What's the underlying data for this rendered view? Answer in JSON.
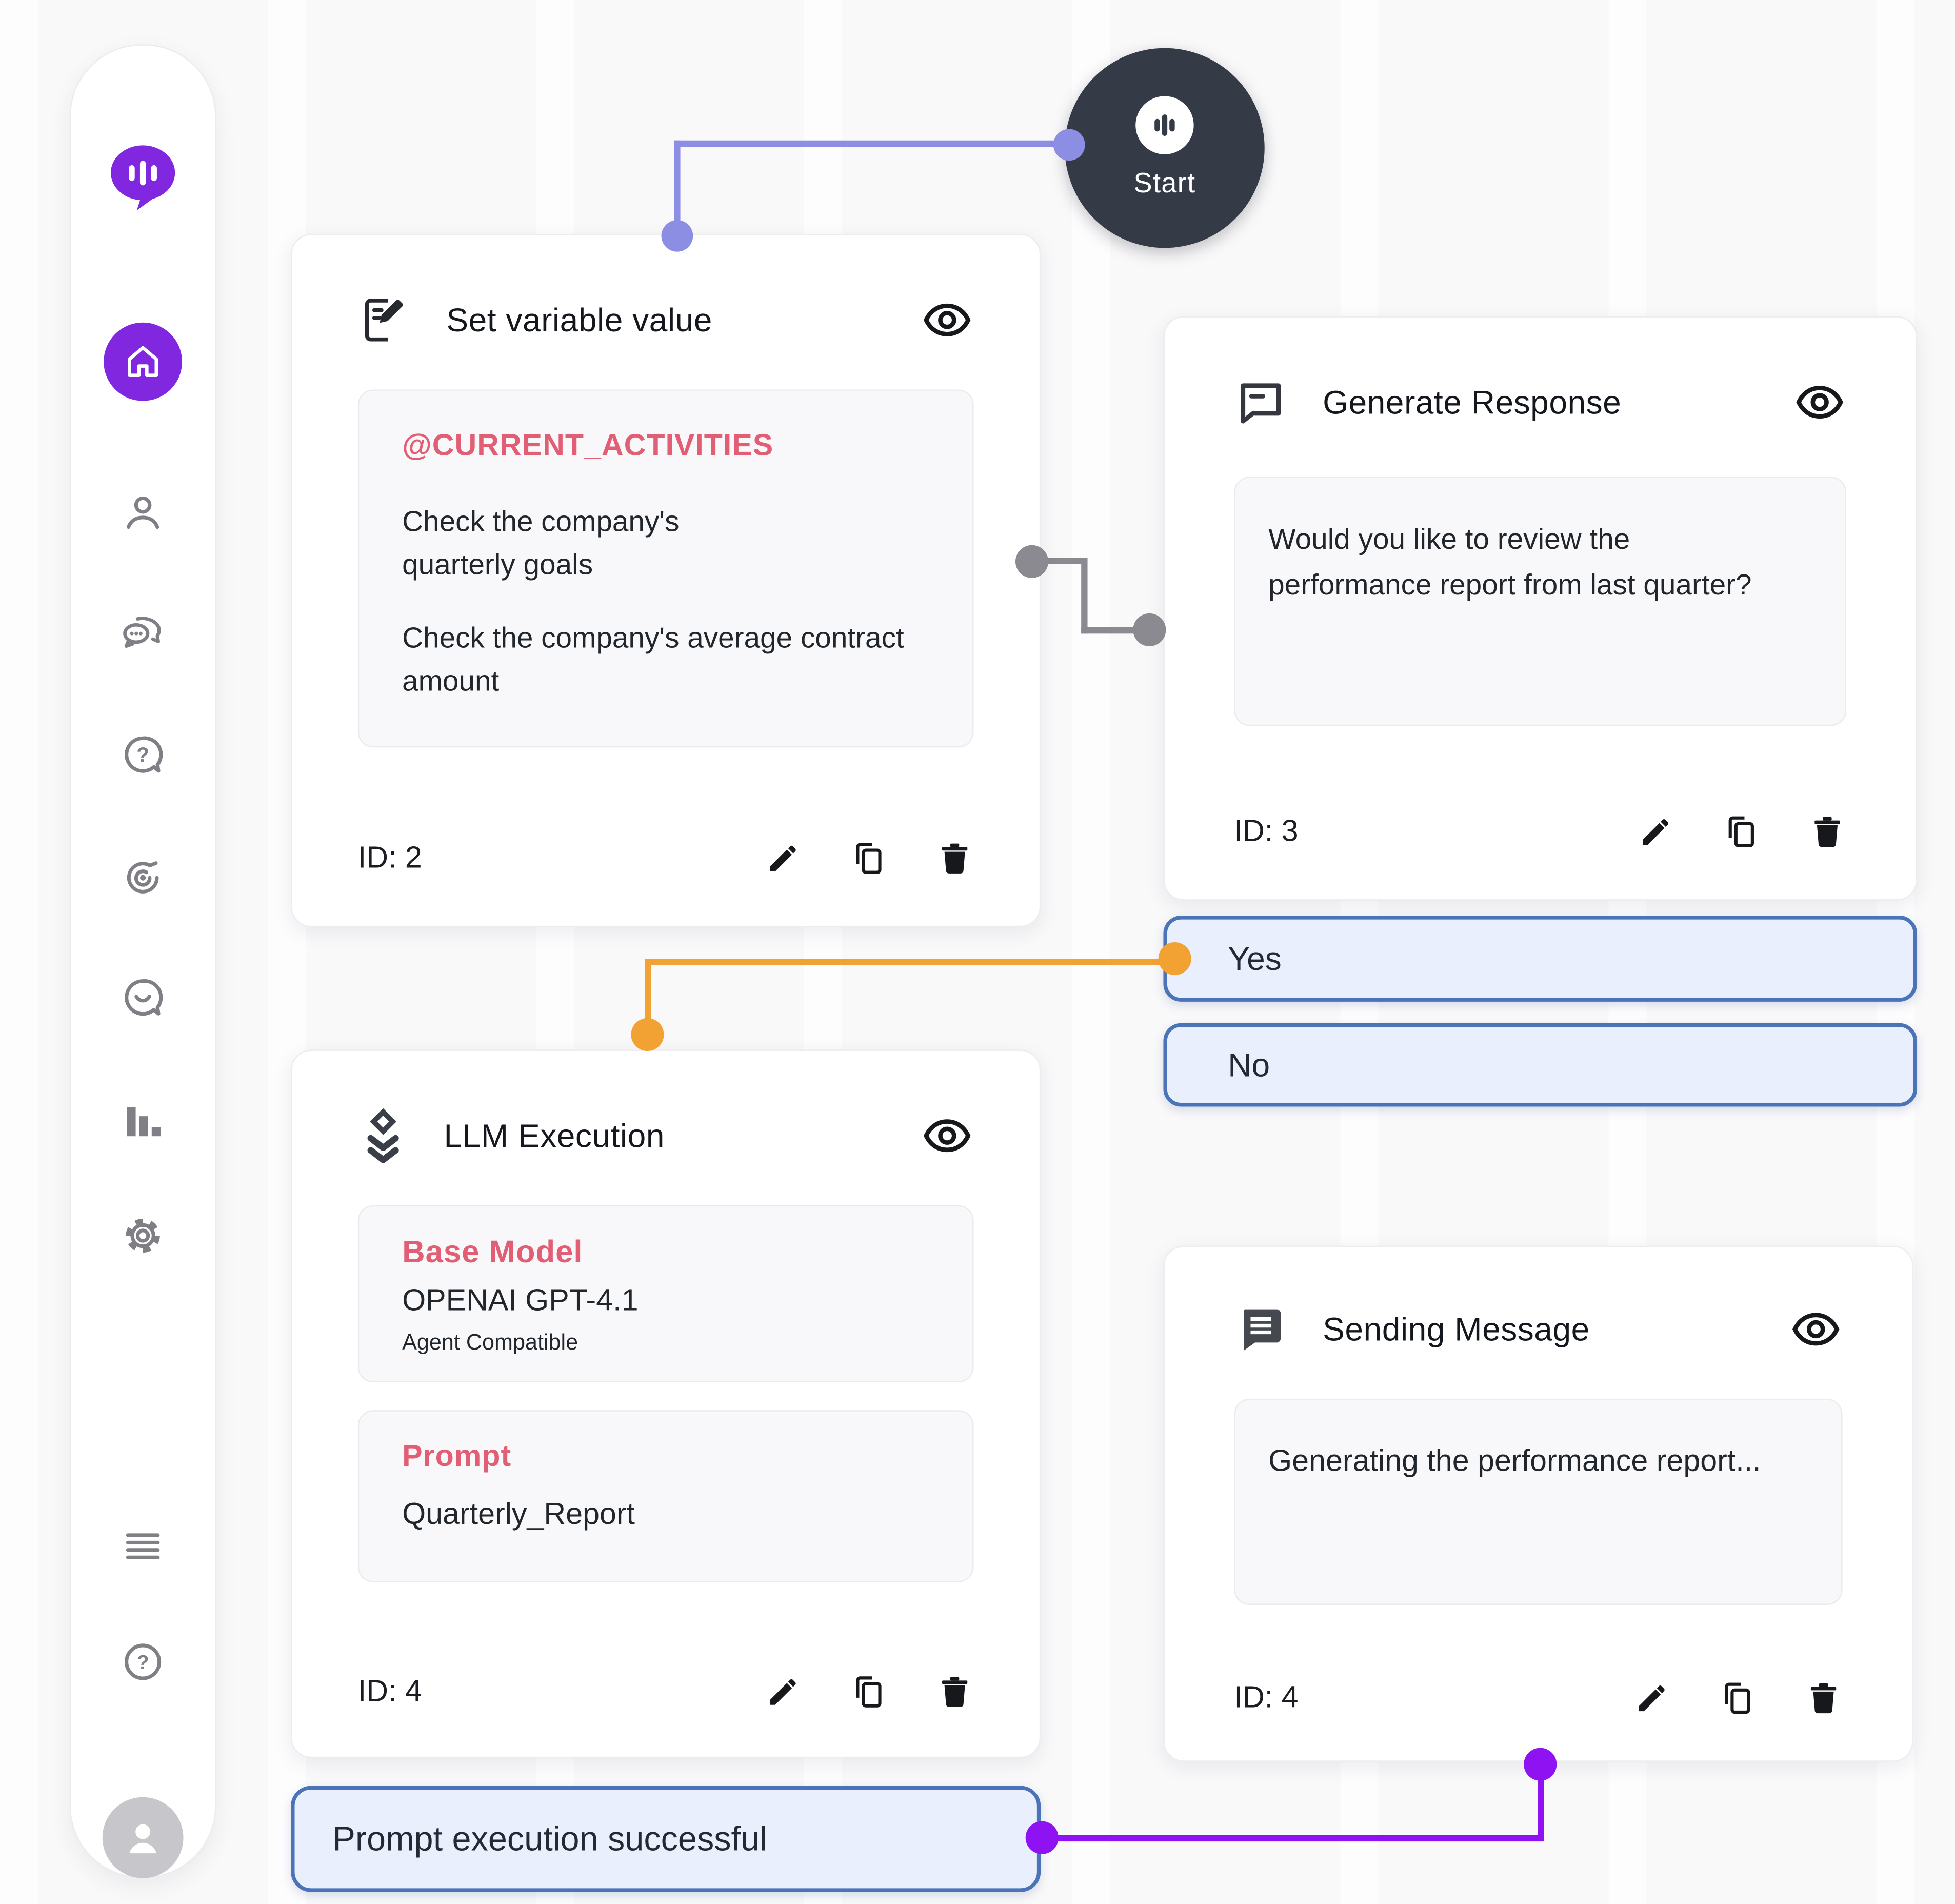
{
  "sidebar": {
    "icons": [
      "voice-chat-logo-icon",
      "home-icon",
      "user-icon",
      "conversations-icon",
      "question-bubble-icon",
      "target-icon",
      "feedback-smiley-icon",
      "analytics-bars-icon",
      "settings-gear-icon",
      "menu-lines-icon",
      "help-circle-icon",
      "profile-avatar-icon"
    ]
  },
  "start_node": {
    "label": "Start",
    "icon": "voice-wave-icon"
  },
  "nodes": {
    "set_variable": {
      "icon": "note-edit-icon",
      "title": "Set variable value",
      "variable": "@CURRENT_ACTIVITIES",
      "items": [
        "Check the company's quarterly goals",
        "Check the company's average contract amount"
      ],
      "id": "ID: 2",
      "actions": [
        "edit-pencil-icon",
        "duplicate-copy-icon",
        "delete-trash-icon"
      ]
    },
    "generate_response": {
      "icon": "chat-outline-icon",
      "title": "Generate Response",
      "body": "Would you like to review the performance report from last quarter?",
      "id": "ID: 3",
      "actions": [
        "edit-pencil-icon",
        "duplicate-copy-icon",
        "delete-trash-icon"
      ]
    },
    "llm_execution": {
      "icon": "layers-icon",
      "title": "LLM Execution",
      "base_model_label": "Base Model",
      "base_model_value": "OPENAI GPT-4.1",
      "base_model_note": "Agent Compatible",
      "prompt_label": "Prompt",
      "prompt_value": "Quarterly_Report",
      "id": "ID: 4",
      "actions": [
        "edit-pencil-icon",
        "duplicate-copy-icon",
        "delete-trash-icon"
      ]
    },
    "sending_message": {
      "icon": "chat-filled-icon",
      "title": "Sending Message",
      "body": "Generating the performance report...",
      "id": "ID: 4",
      "actions": [
        "edit-pencil-icon",
        "duplicate-copy-icon",
        "delete-trash-icon"
      ]
    }
  },
  "branches": {
    "yes": "Yes",
    "no": "No",
    "success": "Prompt execution successful"
  },
  "colors": {
    "accent_purple": "#8127e0",
    "periwinkle_connector": "#8b8ee3",
    "orange_connector": "#f2a233",
    "violet_connector": "#8e12f2",
    "gray_connector": "#8a8a90",
    "pink_text": "#e25e74",
    "start_node_bg": "#343b47",
    "branch_pill_bg": "#e9effc",
    "branch_pill_border": "#4a73b8"
  }
}
